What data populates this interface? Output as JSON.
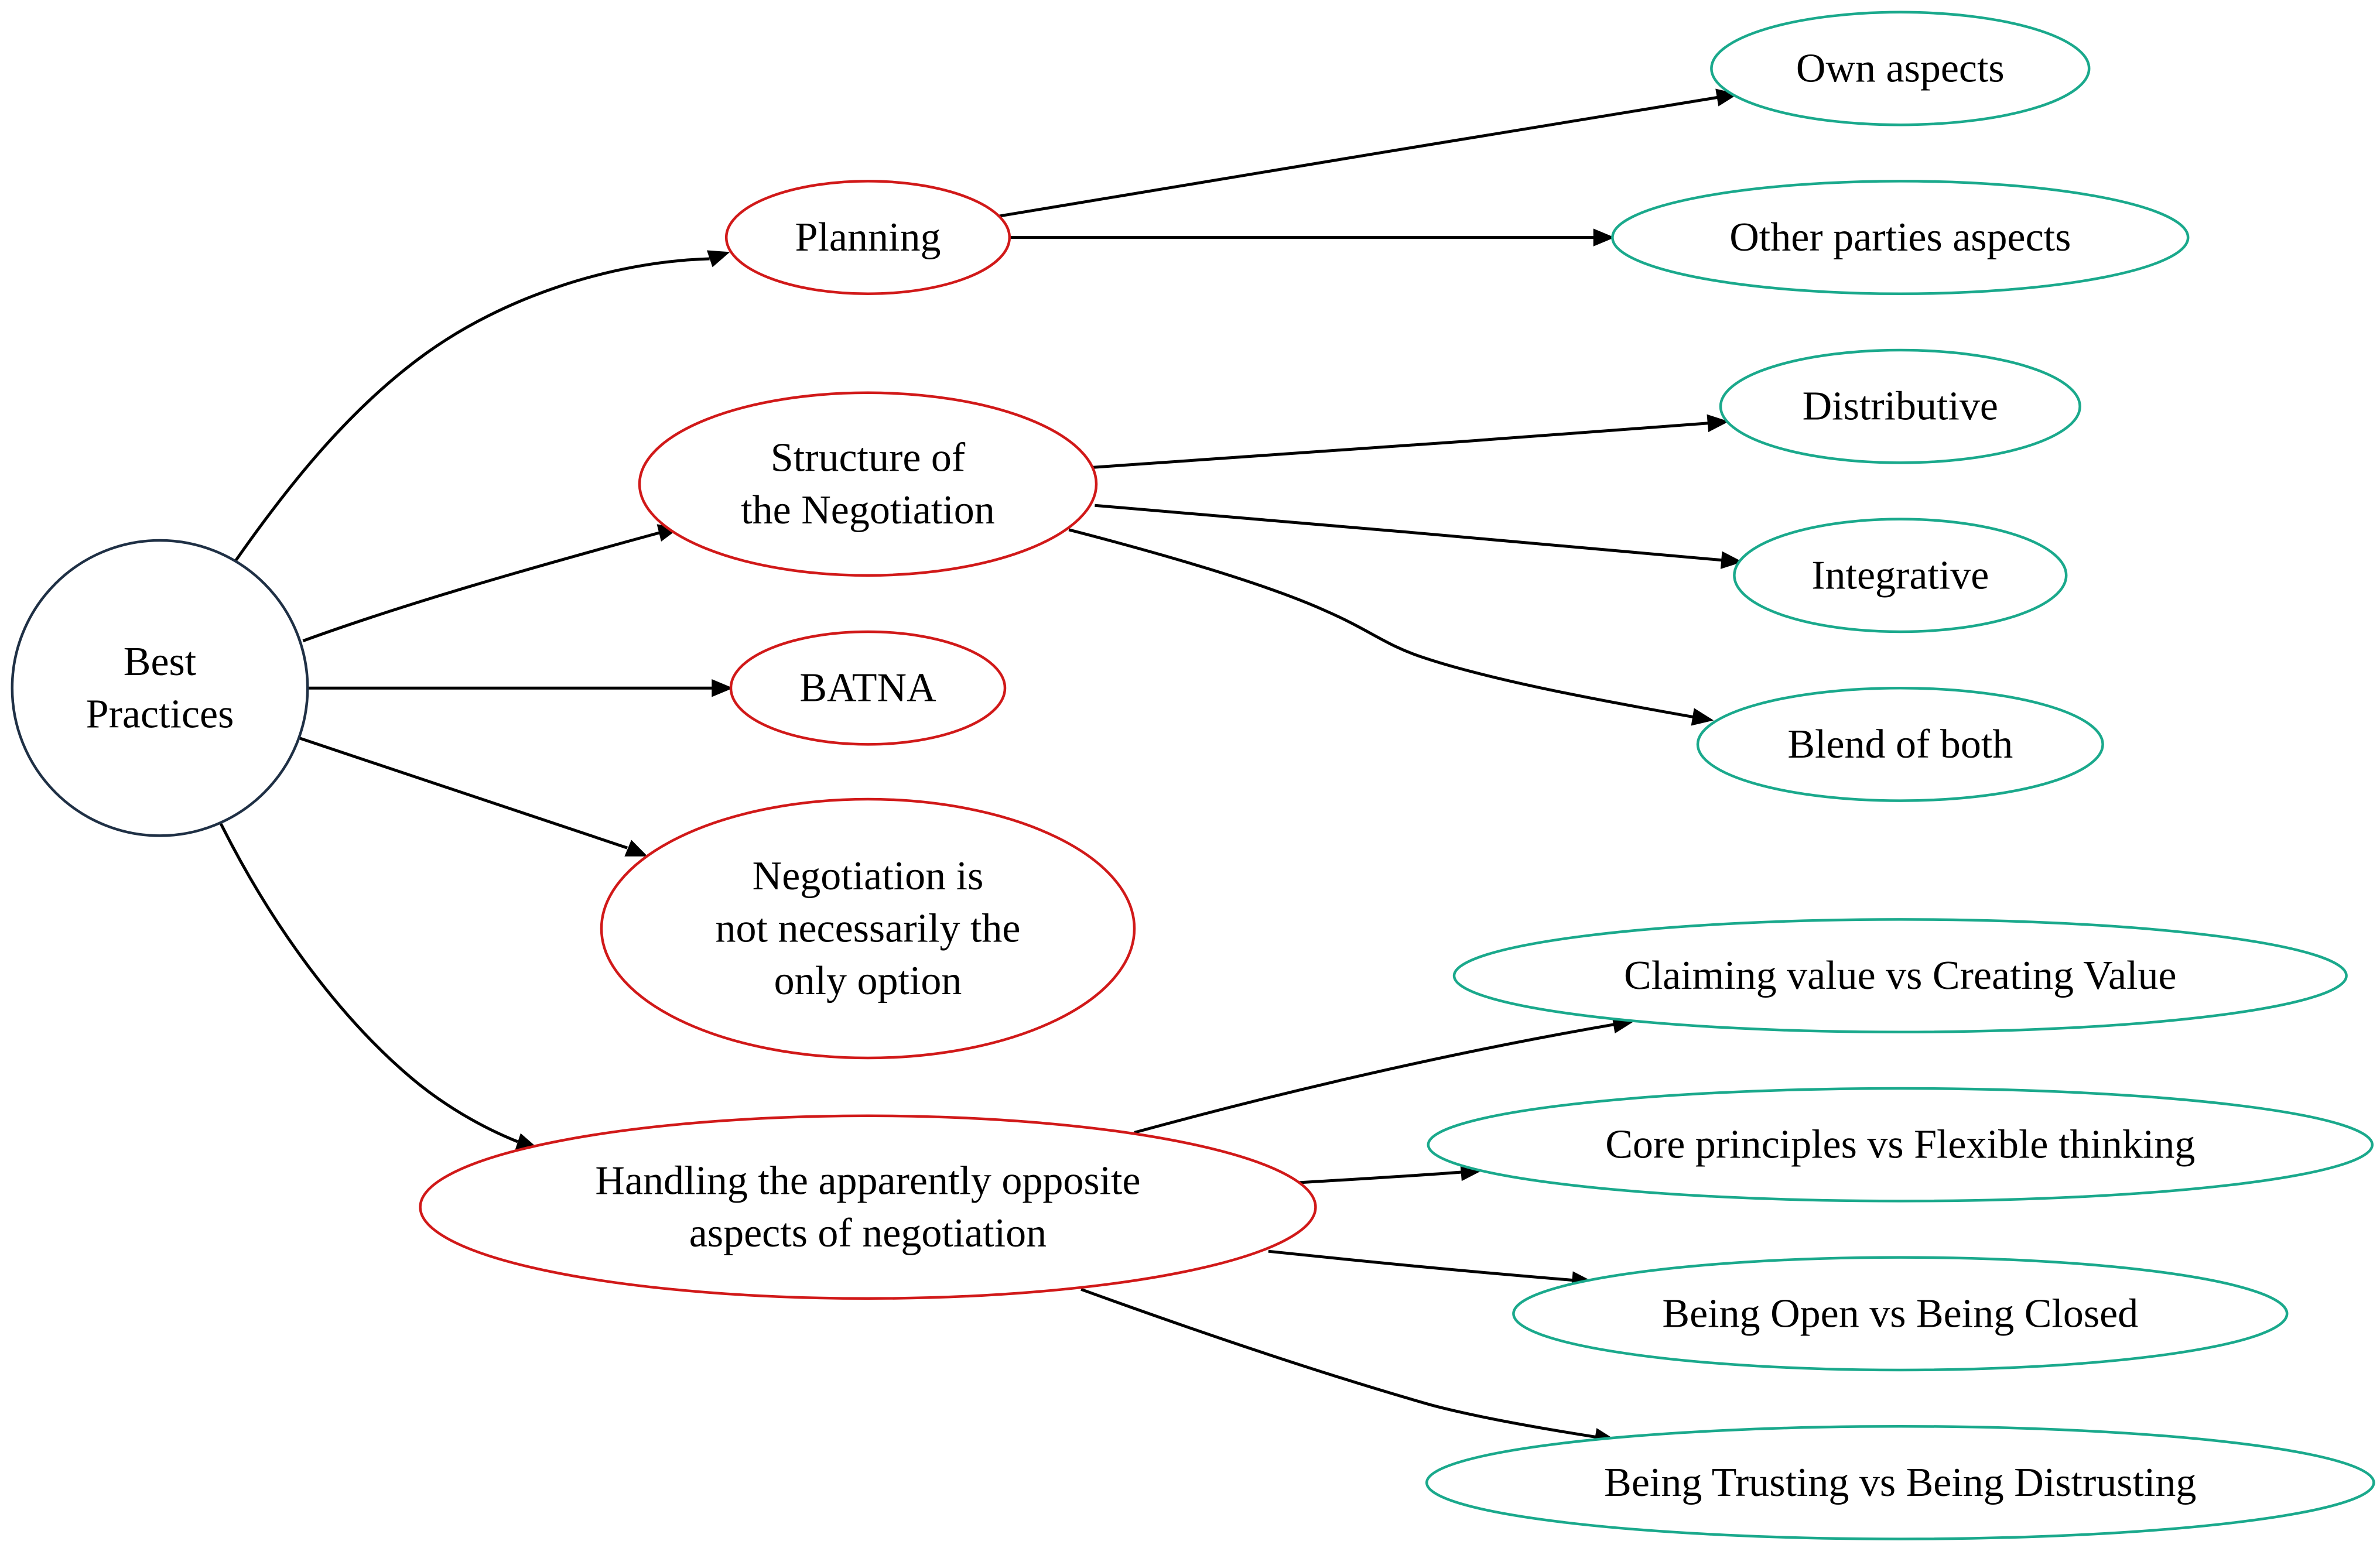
{
  "diagram": {
    "colors": {
      "root": "#1f3045",
      "category": "#d11919",
      "leaf": "#1aa98c",
      "edge": "#000000"
    },
    "nodes": {
      "root": {
        "lines": [
          "Best",
          "Practices"
        ],
        "kind": "root"
      },
      "planning": {
        "lines": [
          "Planning"
        ],
        "kind": "category"
      },
      "structure": {
        "lines": [
          "Structure of",
          "the Negotiation"
        ],
        "kind": "category"
      },
      "batna": {
        "lines": [
          "BATNA"
        ],
        "kind": "category"
      },
      "not_only": {
        "lines": [
          "Negotiation is",
          "not necessarily the",
          "only option"
        ],
        "kind": "category"
      },
      "handling": {
        "lines": [
          "Handling the apparently opposite",
          "aspects of negotiation"
        ],
        "kind": "category"
      },
      "own": {
        "lines": [
          "Own aspects"
        ],
        "kind": "leaf"
      },
      "other": {
        "lines": [
          "Other parties aspects"
        ],
        "kind": "leaf"
      },
      "distributive": {
        "lines": [
          "Distributive"
        ],
        "kind": "leaf"
      },
      "integrative": {
        "lines": [
          "Integrative"
        ],
        "kind": "leaf"
      },
      "blend": {
        "lines": [
          "Blend of both"
        ],
        "kind": "leaf"
      },
      "claiming": {
        "lines": [
          "Claiming value vs Creating Value"
        ],
        "kind": "leaf"
      },
      "core": {
        "lines": [
          "Core principles vs Flexible thinking"
        ],
        "kind": "leaf"
      },
      "open": {
        "lines": [
          "Being Open vs Being Closed"
        ],
        "kind": "leaf"
      },
      "trusting": {
        "lines": [
          "Being Trusting vs Being Distrusting"
        ],
        "kind": "leaf"
      }
    },
    "edges": [
      {
        "from": "root",
        "to": "planning"
      },
      {
        "from": "root",
        "to": "structure"
      },
      {
        "from": "root",
        "to": "batna"
      },
      {
        "from": "root",
        "to": "not_only"
      },
      {
        "from": "root",
        "to": "handling"
      },
      {
        "from": "planning",
        "to": "own"
      },
      {
        "from": "planning",
        "to": "other"
      },
      {
        "from": "structure",
        "to": "distributive"
      },
      {
        "from": "structure",
        "to": "integrative"
      },
      {
        "from": "structure",
        "to": "blend"
      },
      {
        "from": "handling",
        "to": "claiming"
      },
      {
        "from": "handling",
        "to": "core"
      },
      {
        "from": "handling",
        "to": "open"
      },
      {
        "from": "handling",
        "to": "trusting"
      }
    ]
  }
}
